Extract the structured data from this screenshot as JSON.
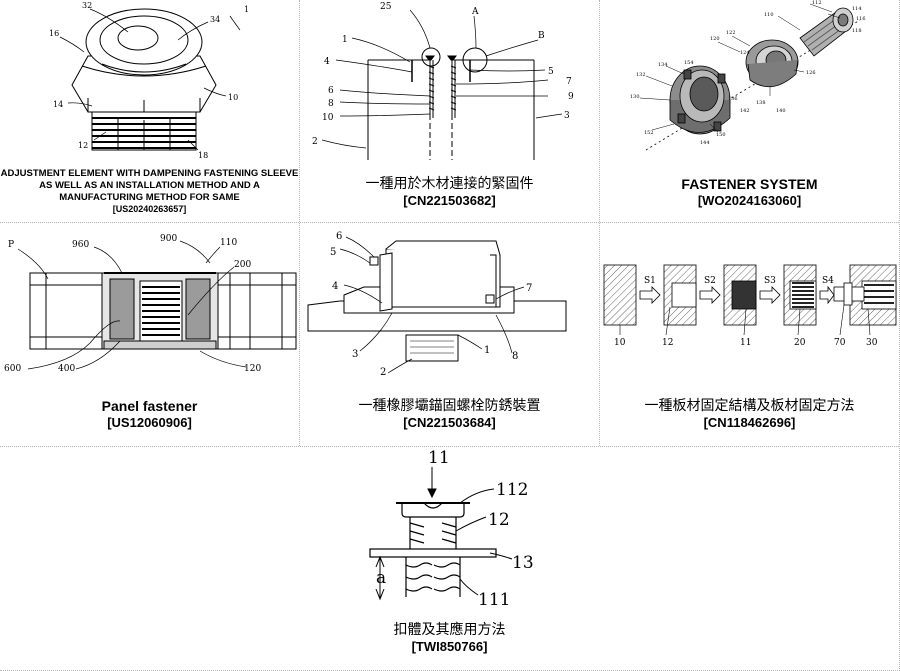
{
  "patents": [
    {
      "title": "ADJUSTMENT ELEMENT WITH DAMPENING FASTENING SLEEVE AS WELL AS AN INSTALLATION METHOD AND A MANUFACTURING METHOD FOR SAME",
      "number": "[US20240263657]",
      "refs": [
        "32",
        "34",
        "1",
        "16",
        "10",
        "14",
        "12",
        "18"
      ]
    },
    {
      "title": "一種用於木材連接的緊固件",
      "number": "[CN221503682]",
      "refs": [
        "25",
        "A",
        "B",
        "1",
        "4",
        "5",
        "6",
        "7",
        "8",
        "9",
        "10",
        "3",
        "2"
      ]
    },
    {
      "title": "FASTENER SYSTEM",
      "number": "[WO2024163060]",
      "refs": [
        "110",
        "120",
        "130",
        "112",
        "114",
        "116",
        "118",
        "122",
        "124",
        "126",
        "132",
        "134",
        "136",
        "138",
        "140",
        "142",
        "144",
        "150",
        "152",
        "154"
      ]
    },
    {
      "title": "Panel fastener",
      "number": "[US12060906]",
      "refs": [
        "P",
        "960",
        "900",
        "110",
        "200",
        "600",
        "400",
        "120"
      ]
    },
    {
      "title": "一種橡膠壩錨固螺栓防銹裝置",
      "number": "[CN221503684]",
      "refs": [
        "6",
        "5",
        "4",
        "7",
        "3",
        "2",
        "1",
        "8"
      ]
    },
    {
      "title": "一種板材固定結構及板材固定方法",
      "number": "[CN118462696]",
      "refs": [
        "10",
        "S1",
        "12",
        "S2",
        "11",
        "S3",
        "20",
        "S4",
        "70",
        "30"
      ]
    },
    {
      "title": "扣體及其應用方法",
      "number": "[TWI850766]",
      "refs": [
        "11",
        "112",
        "12",
        "13",
        "a",
        "111"
      ]
    }
  ]
}
